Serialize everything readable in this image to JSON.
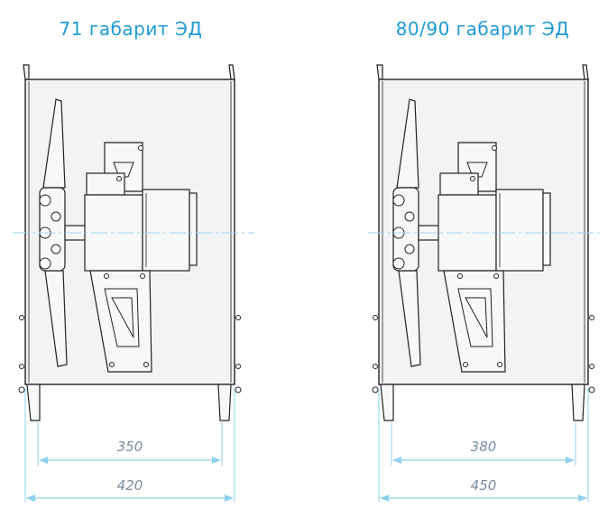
{
  "diagrams": [
    {
      "title": "71 габарит ЭД",
      "dims": {
        "inner": "350",
        "outer": "420"
      }
    },
    {
      "title": "80/90 габарит ЭД",
      "dims": {
        "inner": "380",
        "outer": "450"
      }
    }
  ],
  "colors": {
    "title": "#1f9ad6",
    "dimension_line": "#8fd0ee",
    "dimension_text": "#7a8ca0",
    "housing_fill": "#f1f3f4",
    "outline": "#222222",
    "axis_line": "#9fd6f0"
  }
}
